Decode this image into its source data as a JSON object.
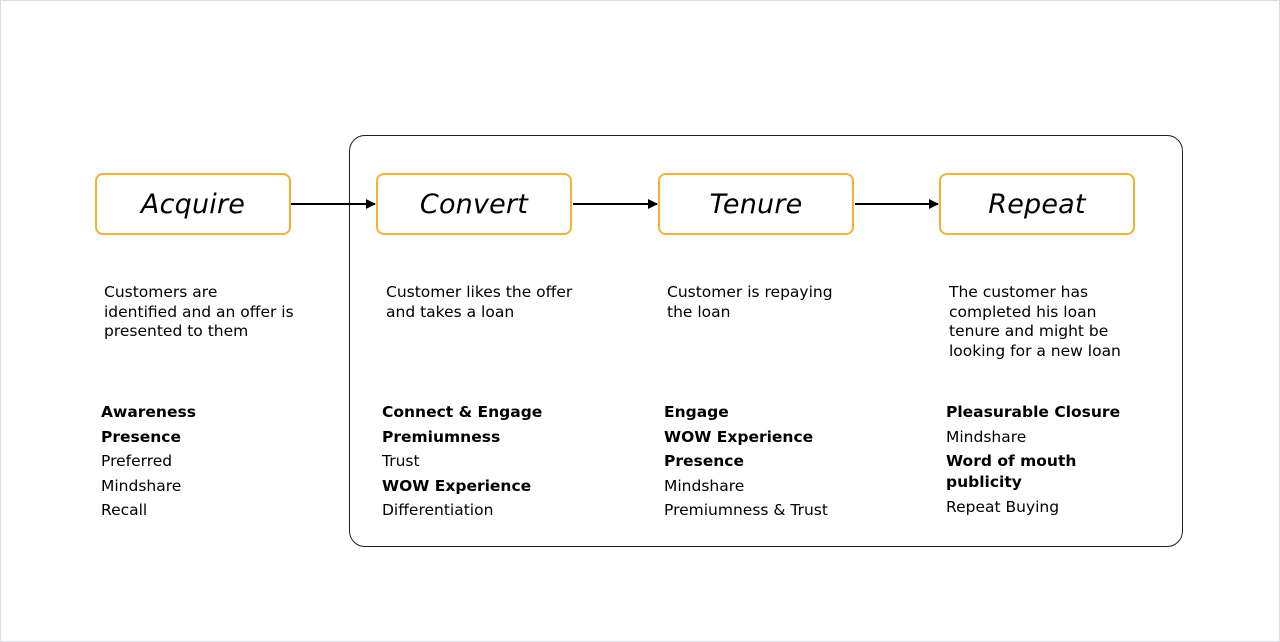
{
  "colors": {
    "stage_border": "#f2b233",
    "group_border": "#1f1f1f",
    "arrow": "#000000"
  },
  "stages": [
    {
      "name": "Acquire",
      "description": "Customers are identified and an offer is presented to them",
      "attributes": [
        {
          "text": "Awareness",
          "bold": true
        },
        {
          "text": "Presence",
          "bold": true
        },
        {
          "text": "Preferred",
          "bold": false
        },
        {
          "text": "Mindshare",
          "bold": false
        },
        {
          "text": "Recall",
          "bold": false
        }
      ]
    },
    {
      "name": "Convert",
      "description": "Customer likes the offer and takes a loan",
      "attributes": [
        {
          "text": "Connect & Engage",
          "bold": true
        },
        {
          "text": "Premiumness",
          "bold": true
        },
        {
          "text": "Trust",
          "bold": false
        },
        {
          "text": "WOW Experience",
          "bold": true
        },
        {
          "text": "Differentiation",
          "bold": false
        }
      ]
    },
    {
      "name": "Tenure",
      "description": "Customer is repaying the loan",
      "attributes": [
        {
          "text": "Engage",
          "bold": true
        },
        {
          "text": "WOW Experience",
          "bold": true
        },
        {
          "text": "Presence",
          "bold": true
        },
        {
          "text": "Mindshare",
          "bold": false
        },
        {
          "text": "Premiumness & Trust",
          "bold": false
        }
      ]
    },
    {
      "name": "Repeat",
      "description": "The customer has completed his loan tenure and might be looking for a new loan",
      "attributes": [
        {
          "text": "Pleasurable Closure",
          "bold": true
        },
        {
          "text": "Mindshare",
          "bold": false
        },
        {
          "text": "Word of mouth publicity",
          "bold": true
        },
        {
          "text": "Repeat Buying",
          "bold": false
        }
      ]
    }
  ]
}
